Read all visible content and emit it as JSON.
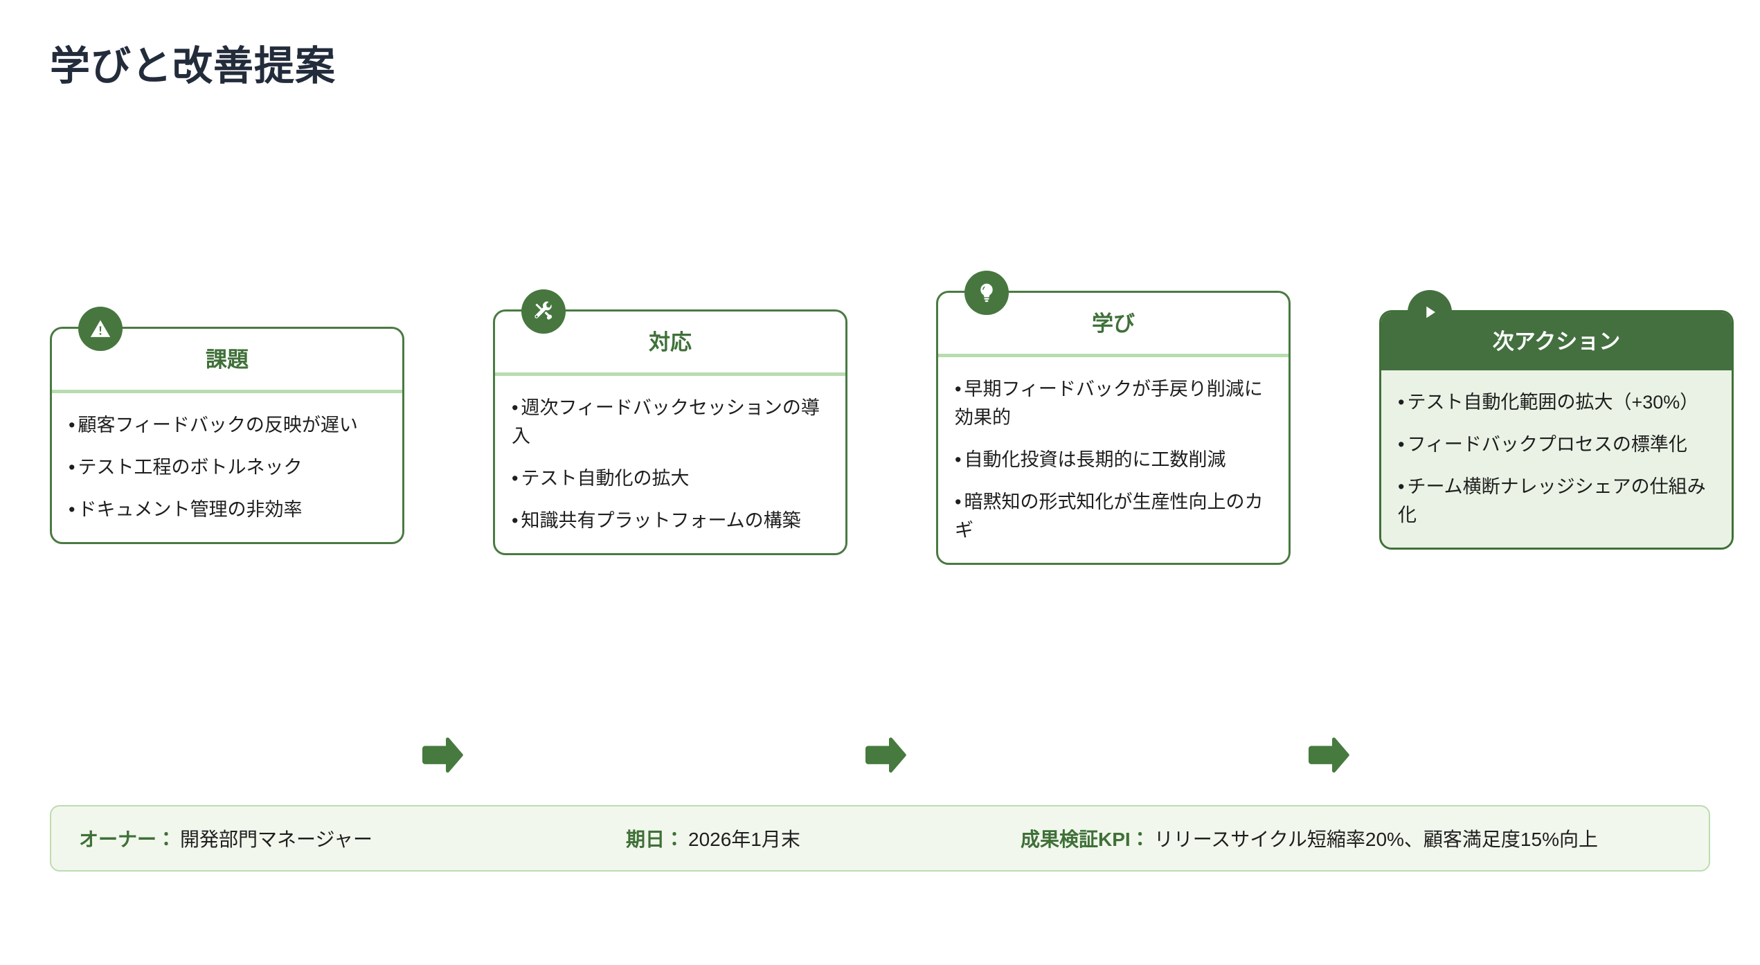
{
  "title": "学びと改善提案",
  "theme": {
    "title_color": "#232c3b",
    "green": "#3f7038",
    "green_badge": "#47773f",
    "green_border": "#4a7a42",
    "light_green_bg": "#e9f2e4",
    "divider": "#b7dcae",
    "footer_bg": "#f1f7ec",
    "footer_border": "#bcdcb1",
    "body_text": "#1e1e1e",
    "arrow": "#467a3e"
  },
  "flow": {
    "cards": [
      {
        "id": "issues",
        "icon": "warning-triangle-icon",
        "heading": "課題",
        "highlight": false,
        "bullets": [
          "顧客フィードバックの反映が遅い",
          "テスト工程のボトルネック",
          "ドキュメント管理の非効率"
        ]
      },
      {
        "id": "response",
        "icon": "tools-icon",
        "heading": "対応",
        "highlight": false,
        "bullets": [
          "週次フィードバックセッションの導入",
          "テスト自動化の拡大",
          "知識共有プラットフォームの構築"
        ]
      },
      {
        "id": "learning",
        "icon": "lightbulb-icon",
        "heading": "学び",
        "highlight": false,
        "bullets": [
          "早期フィードバックが手戻り削減に効果的",
          "自動化投資は長期的に工数削減",
          "暗黙知の形式知化が生産性向上のカギ"
        ]
      },
      {
        "id": "next-action",
        "icon": "play-icon",
        "heading": "次アクション",
        "highlight": true,
        "bullets": [
          "テスト自動化範囲の拡大（+30%）",
          "フィードバックプロセスの標準化",
          "チーム横断ナレッジシェアの仕組み化"
        ]
      }
    ],
    "bullet_marker": "•",
    "arrows": [
      "arrow-right-icon",
      "arrow-right-icon",
      "arrow-right-icon"
    ]
  },
  "footer": {
    "owner_label": "オーナー：",
    "owner_value": "開発部門マネージャー",
    "due_label": "期日：",
    "due_value": "2026年1月末",
    "kpi_label": "成果検証KPI：",
    "kpi_value": "リリースサイクル短縮率20%、顧客満足度15%向上"
  }
}
